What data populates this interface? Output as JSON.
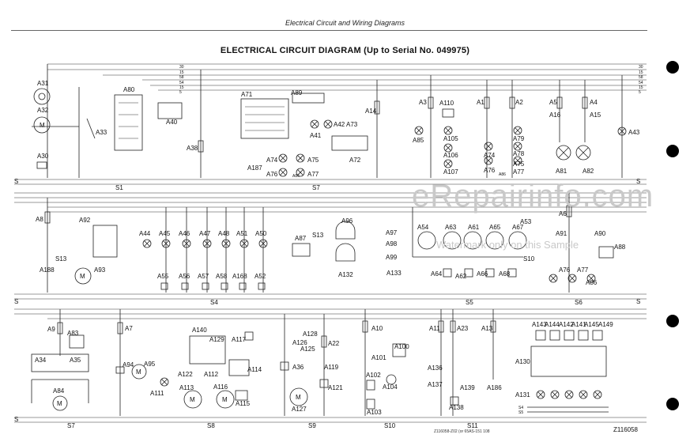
{
  "header": {
    "title": "Electrical Circuit and Wiring Diagrams",
    "diagram_title": "ELECTRICAL CIRCUIT DIAGRAM (Up to Serial No. 049975)"
  },
  "watermark": {
    "text": "eRepairinfo.com",
    "sub": "Watermark only on this Sample"
  },
  "footer": {
    "code": "Z116058-Z02 (or 65AS-151 108",
    "figure_id": "Z116058"
  },
  "strips": [
    {
      "name": "S1",
      "left_label": "S",
      "right_label": "S"
    },
    {
      "name": "S7",
      "left_label": "",
      "right_label": ""
    },
    {
      "name": "S4",
      "left_label": "S",
      "right_label": "S"
    },
    {
      "name": "S5",
      "left_label": "",
      "right_label": ""
    },
    {
      "name": "S6",
      "left_label": "",
      "right_label": ""
    },
    {
      "name": "S7",
      "left_label": "S",
      "right_label": ""
    },
    {
      "name": "S8",
      "left_label": "",
      "right_label": ""
    },
    {
      "name": "S9",
      "left_label": "",
      "right_label": ""
    },
    {
      "name": "S10",
      "left_label": "",
      "right_label": ""
    },
    {
      "name": "S11",
      "left_label": "",
      "right_label": ""
    }
  ],
  "panel1": {
    "bus_numbers": [
      "30",
      "15",
      "58",
      "54",
      "15",
      "5"
    ],
    "components": [
      {
        "id": "A31",
        "label": "A31"
      },
      {
        "id": "A32",
        "label": "A32"
      },
      {
        "id": "A30",
        "label": "A30"
      },
      {
        "id": "A33",
        "label": "A33"
      },
      {
        "id": "A80",
        "label": "A80"
      },
      {
        "id": "A40",
        "label": "A40"
      },
      {
        "id": "A38",
        "label": "A38"
      },
      {
        "id": "A71",
        "label": "A71"
      },
      {
        "id": "A89",
        "label": "A89"
      },
      {
        "id": "A14",
        "label": "A14"
      },
      {
        "id": "A41",
        "label": "A41"
      },
      {
        "id": "A42",
        "label": "A42"
      },
      {
        "id": "A73",
        "label": "A73"
      },
      {
        "id": "A72",
        "label": "A72"
      },
      {
        "id": "A74",
        "label": "A74"
      },
      {
        "id": "A75",
        "label": "A75"
      },
      {
        "id": "A76",
        "label": "A76"
      },
      {
        "id": "A77",
        "label": "A77"
      },
      {
        "id": "A187",
        "label": "A187"
      },
      {
        "id": "A86",
        "label": "A86"
      },
      {
        "id": "A3",
        "label": "A3"
      },
      {
        "id": "A110",
        "label": "A110"
      },
      {
        "id": "A85",
        "label": "A85"
      },
      {
        "id": "A105",
        "label": "A105"
      },
      {
        "id": "A106",
        "label": "A106"
      },
      {
        "id": "A107",
        "label": "A107"
      },
      {
        "id": "A1",
        "label": "A1"
      },
      {
        "id": "A2",
        "label": "A2"
      },
      {
        "id": "A79",
        "label": "A79"
      },
      {
        "id": "A78",
        "label": "A78"
      },
      {
        "id": "A74b",
        "label": "A74"
      },
      {
        "id": "A75b",
        "label": "A75"
      },
      {
        "id": "A76b",
        "label": "A76"
      },
      {
        "id": "A77b",
        "label": "A77"
      },
      {
        "id": "A86b",
        "label": "A86"
      },
      {
        "id": "A5",
        "label": "A5"
      },
      {
        "id": "A16",
        "label": "A16"
      },
      {
        "id": "A4",
        "label": "A4"
      },
      {
        "id": "A15",
        "label": "A15"
      },
      {
        "id": "A43",
        "label": "A43"
      },
      {
        "id": "A81",
        "label": "A81"
      },
      {
        "id": "A82",
        "label": "A82"
      }
    ]
  },
  "panel2": {
    "components": [
      {
        "id": "A8",
        "label": "A8"
      },
      {
        "id": "A92",
        "label": "A92"
      },
      {
        "id": "S13",
        "label": "S13"
      },
      {
        "id": "A188",
        "label": "A188"
      },
      {
        "id": "A93",
        "label": "A93"
      },
      {
        "id": "A44",
        "label": "A44"
      },
      {
        "id": "A45",
        "label": "A45"
      },
      {
        "id": "A46",
        "label": "A46"
      },
      {
        "id": "A47",
        "label": "A47"
      },
      {
        "id": "A48",
        "label": "A48"
      },
      {
        "id": "A51",
        "label": "A51"
      },
      {
        "id": "A50",
        "label": "A50"
      },
      {
        "id": "A55",
        "label": "A55"
      },
      {
        "id": "A56",
        "label": "A56"
      },
      {
        "id": "A57",
        "label": "A57"
      },
      {
        "id": "A58",
        "label": "A58"
      },
      {
        "id": "A168",
        "label": "A168"
      },
      {
        "id": "A52",
        "label": "A52"
      },
      {
        "id": "A87",
        "label": "A87"
      },
      {
        "id": "S13b",
        "label": "S13"
      },
      {
        "id": "A96",
        "label": "A96"
      },
      {
        "id": "A97",
        "label": "A97"
      },
      {
        "id": "A98",
        "label": "A98"
      },
      {
        "id": "A99",
        "label": "A99"
      },
      {
        "id": "A132",
        "label": "A132"
      },
      {
        "id": "A133",
        "label": "A133"
      },
      {
        "id": "A54",
        "label": "A54"
      },
      {
        "id": "A63",
        "label": "A63"
      },
      {
        "id": "A61",
        "label": "A61"
      },
      {
        "id": "A65",
        "label": "A65"
      },
      {
        "id": "A67",
        "label": "A67"
      },
      {
        "id": "A53",
        "label": "A53"
      },
      {
        "id": "S10",
        "label": "S10"
      },
      {
        "id": "A64",
        "label": "A64"
      },
      {
        "id": "A62",
        "label": "A62"
      },
      {
        "id": "A66",
        "label": "A66"
      },
      {
        "id": "A68",
        "label": "A68"
      },
      {
        "id": "A6",
        "label": "A6"
      },
      {
        "id": "A91",
        "label": "A91"
      },
      {
        "id": "A90",
        "label": "A90"
      },
      {
        "id": "A88",
        "label": "A88"
      },
      {
        "id": "A76c",
        "label": "A76"
      },
      {
        "id": "A77c",
        "label": "A77"
      },
      {
        "id": "A86c",
        "label": "A86"
      }
    ]
  },
  "panel3": {
    "components": [
      {
        "id": "A9",
        "label": "A9"
      },
      {
        "id": "A83",
        "label": "A83"
      },
      {
        "id": "A34",
        "label": "A34"
      },
      {
        "id": "A35",
        "label": "A35"
      },
      {
        "id": "A84",
        "label": "A84"
      },
      {
        "id": "A7",
        "label": "A7"
      },
      {
        "id": "A94",
        "label": "A94"
      },
      {
        "id": "A95",
        "label": "A95"
      },
      {
        "id": "A111",
        "label": "A111"
      },
      {
        "id": "A140",
        "label": "A140"
      },
      {
        "id": "A129",
        "label": "A129"
      },
      {
        "id": "A117",
        "label": "A117"
      },
      {
        "id": "A122",
        "label": "A122"
      },
      {
        "id": "A112",
        "label": "A112"
      },
      {
        "id": "A114",
        "label": "A114"
      },
      {
        "id": "A113",
        "label": "A113"
      },
      {
        "id": "A116",
        "label": "A116"
      },
      {
        "id": "A115",
        "label": "A115"
      },
      {
        "id": "A128",
        "label": "A128"
      },
      {
        "id": "A126",
        "label": "A126"
      },
      {
        "id": "A125",
        "label": "A125"
      },
      {
        "id": "A22",
        "label": "A22"
      },
      {
        "id": "A36",
        "label": "A36"
      },
      {
        "id": "A119",
        "label": "A119"
      },
      {
        "id": "A121",
        "label": "A121"
      },
      {
        "id": "A127",
        "label": "A127"
      },
      {
        "id": "A10",
        "label": "A10"
      },
      {
        "id": "A100",
        "label": "A100"
      },
      {
        "id": "A101",
        "label": "A101"
      },
      {
        "id": "A102",
        "label": "A102"
      },
      {
        "id": "A104",
        "label": "A104"
      },
      {
        "id": "A103",
        "label": "A103"
      },
      {
        "id": "A11",
        "label": "A11"
      },
      {
        "id": "A23",
        "label": "A23"
      },
      {
        "id": "A136",
        "label": "A136"
      },
      {
        "id": "A137",
        "label": "A137"
      },
      {
        "id": "A139",
        "label": "A139"
      },
      {
        "id": "A138",
        "label": "A138"
      },
      {
        "id": "A13",
        "label": "A13"
      },
      {
        "id": "A186",
        "label": "A186"
      },
      {
        "id": "A143",
        "label": "A143"
      },
      {
        "id": "A144",
        "label": "A144"
      },
      {
        "id": "A142",
        "label": "A142"
      },
      {
        "id": "A141",
        "label": "A141"
      },
      {
        "id": "A145",
        "label": "A145"
      },
      {
        "id": "A149",
        "label": "A149"
      },
      {
        "id": "A130",
        "label": "A130"
      },
      {
        "id": "A131",
        "label": "A131"
      },
      {
        "id": "S4",
        "label": "S4"
      },
      {
        "id": "S5",
        "label": "S5"
      }
    ]
  }
}
